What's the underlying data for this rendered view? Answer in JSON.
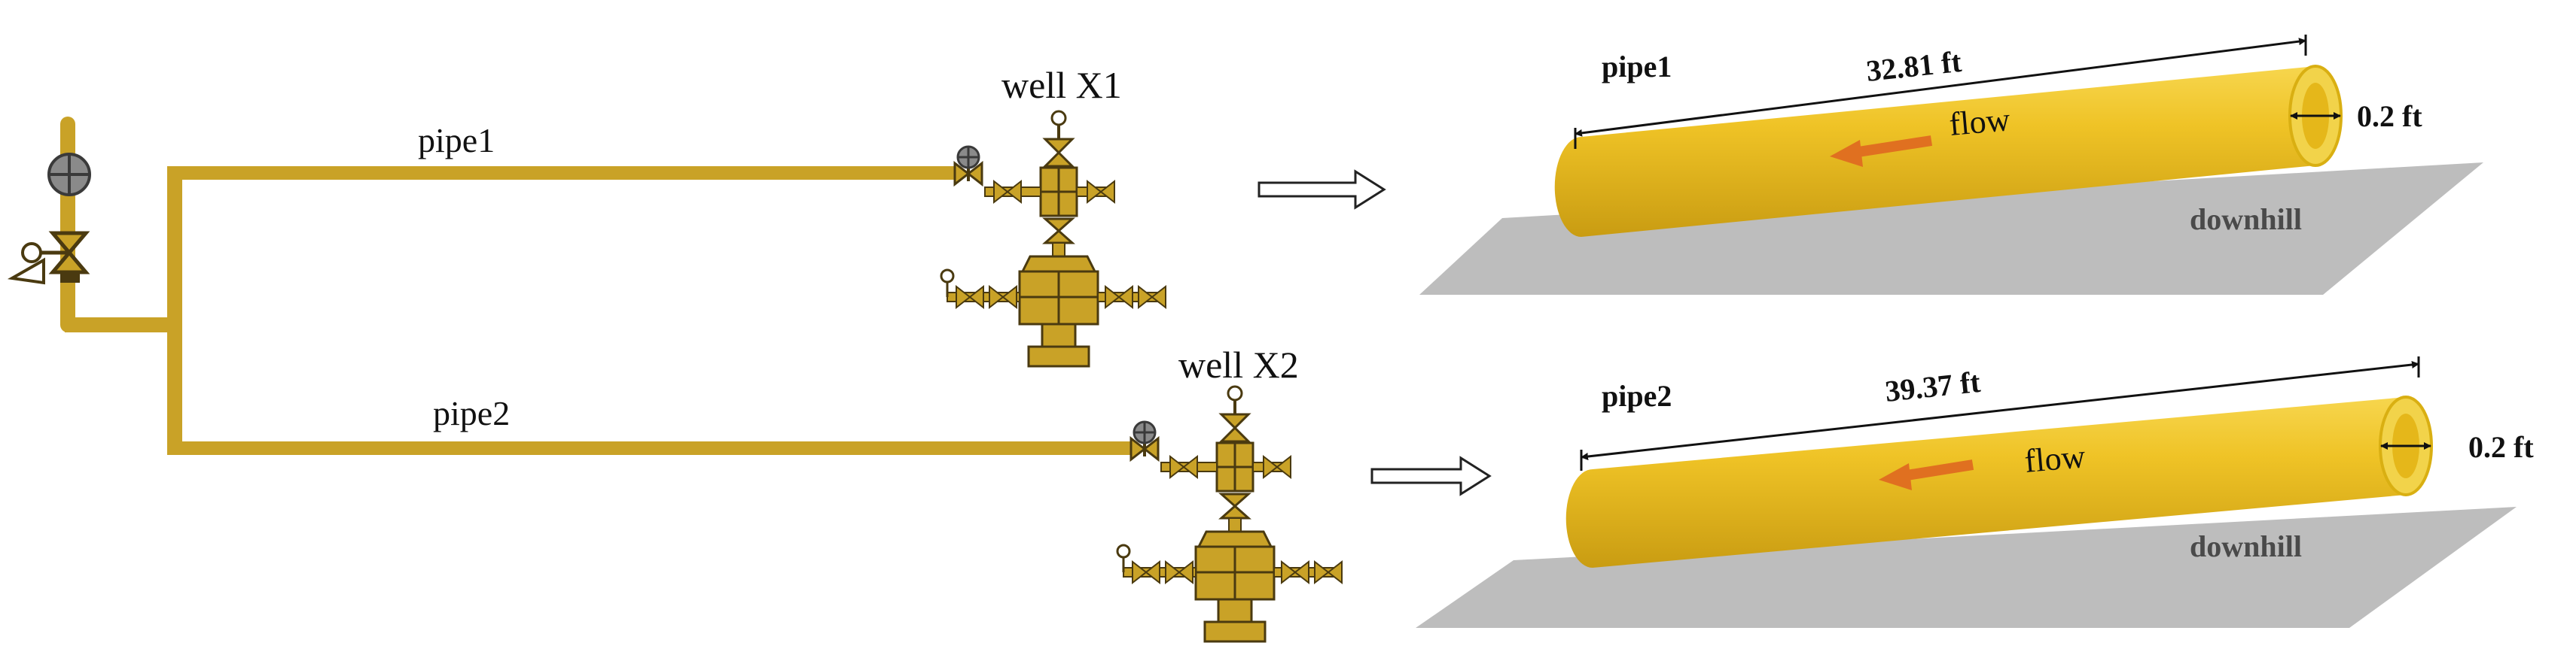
{
  "colors": {
    "pipe_line": "#C9A227",
    "fitting_fill": "#C9A227",
    "fitting_dark": "#4A3A10",
    "tube_body": "#E8BD1E",
    "tube_end": "#F2D34A",
    "ground": "#BDBDBD",
    "flow_arrow": "#E07020",
    "gauge": "#777777"
  },
  "schematic": {
    "pipe1_label": "pipe1",
    "pipe2_label": "pipe2",
    "well1_label": "well X1",
    "well2_label": "well X2"
  },
  "tube1": {
    "name": "pipe1",
    "length": "32.81 ft",
    "diameter": "0.2 ft",
    "flow_label": "flow",
    "ground_label": "downhill"
  },
  "tube2": {
    "name": "pipe2",
    "length": "39.37 ft",
    "diameter": "0.2 ft",
    "flow_label": "flow",
    "ground_label": "downhill"
  }
}
